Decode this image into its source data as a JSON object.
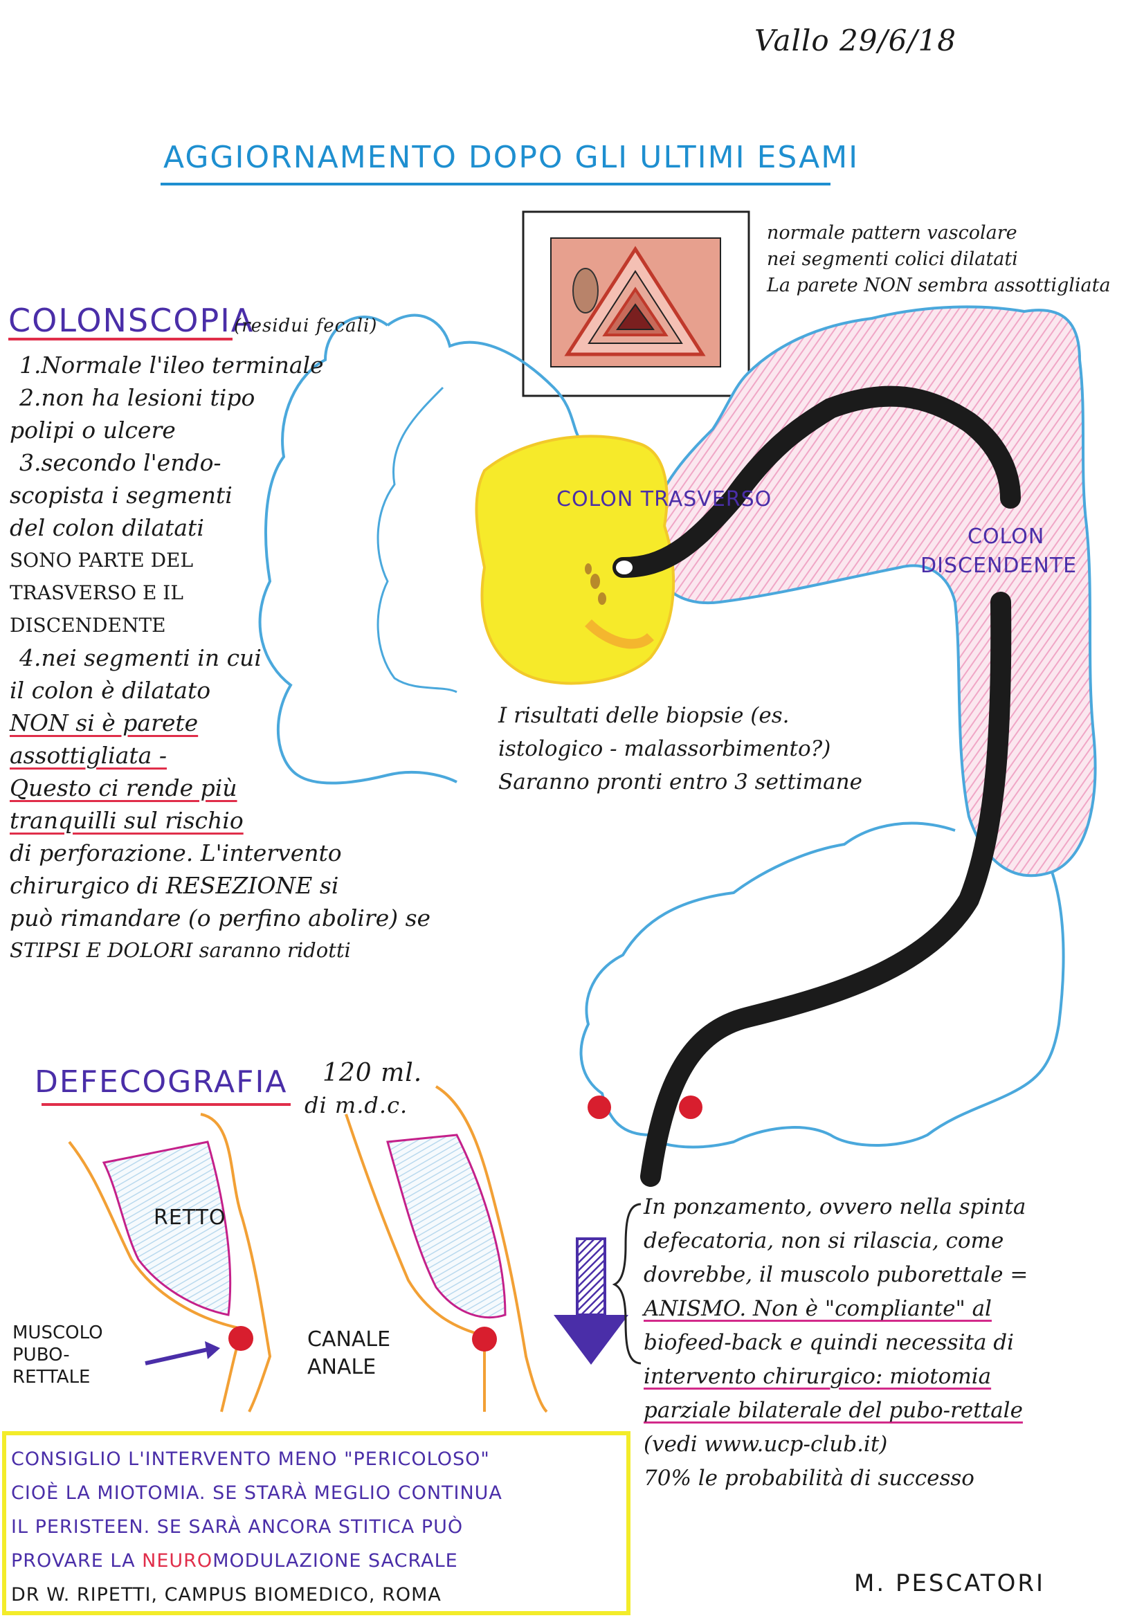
{
  "header": {
    "signature_date": "Vallo 29/6/18",
    "title": "AGGIORNAMENTO DOPO GLI ULTIMI ESAMI"
  },
  "endoscopy_note": [
    "normale pattern vascolare",
    "nei segmenti colici dilatati",
    "La parete NON sembra assottigliata"
  ],
  "colonscopia": {
    "title": "COLONSCOPIA",
    "subtitle": "(residui fecali)",
    "lines": [
      "1.Normale l'ileo terminale",
      "2.non ha lesioni tipo",
      "polipi o ulcere",
      "3.secondo l'endo-",
      "scopista i segmenti",
      "del colon dilatati",
      "SONO PARTE DEL",
      "TRASVERSO E IL",
      "DISCENDENTE",
      "4.nei segmenti in cui",
      "il colon è dilatato",
      "NON si è parete",
      "assottigliata -",
      "Questo ci rende più",
      "tranquilli sul rischio",
      "di perforazione. L'intervento",
      "chirurgico di RESEZIONE si",
      "può rimandare (o perfino abolire) se",
      "STIPSI E DOLORI saranno ridotti"
    ]
  },
  "diagram_labels": {
    "colon_trasverso": "COLON TRASVERSO",
    "colon_discendente_1": "COLON",
    "colon_discendente_2": "DISCENDENTE",
    "retto": "RETTO",
    "muscolo_1": "MUSCOLO",
    "muscolo_2": "PUBO-",
    "muscolo_3": "RETTALE",
    "canale_1": "CANALE",
    "canale_2": "ANALE"
  },
  "biopsy_note": [
    "I risultati delle biopsie (es.",
    "istologico - malassorbimento?)",
    "Saranno pronti entro 3 settimane"
  ],
  "defecografia": {
    "title": "DEFECOGRAFIA",
    "dose_1": "120 ml.",
    "dose_2": "di m.d.c."
  },
  "anismo_note": [
    "In ponzamento, ovvero nella spinta",
    "defecatoria, non si rilascia, come",
    "dovrebbe, il muscolo puborettale =",
    "ANISMO. Non è \"compliante\" al",
    "biofeed-back e quindi necessita di",
    "intervento chirurgico: miotomia",
    "parziale bilaterale del pubo-rettale",
    "(vedi www.ucp-club.it)",
    "70% le probabilità di successo"
  ],
  "advice": {
    "line1": "CONSIGLIO L'INTERVENTO MENO \"PERICOLOSO\"",
    "line2": "CIOÈ LA MIOTOMIA. SE STARÀ MEGLIO CONTINUA",
    "line3": "IL PERISTEEN. SE SARÀ ANCORA STITICA PUÒ",
    "line4_prefix": "PROVARE LA ",
    "line4_neuro": "NEURO",
    "line4_suffix": "MODULAZIONE SACRALE",
    "line5": "DR W. RIPETTI, CAMPUS BIOMEDICO, ROMA"
  },
  "author": "M. PESCATORI",
  "colors": {
    "title_blue": "#1e8fd0",
    "colon_outline": "#4aa8dc",
    "colon_pink": "#f2c4d8",
    "yellow_mass": "#f6ea2a",
    "scope_black": "#1b1b1b",
    "red_dot": "#d81e2e",
    "rectum_orange": "#f2a035",
    "rectum_pink": "#c4208a",
    "arrow_purple": "#4a2ea8",
    "box_yellow": "#f3ec2a"
  }
}
